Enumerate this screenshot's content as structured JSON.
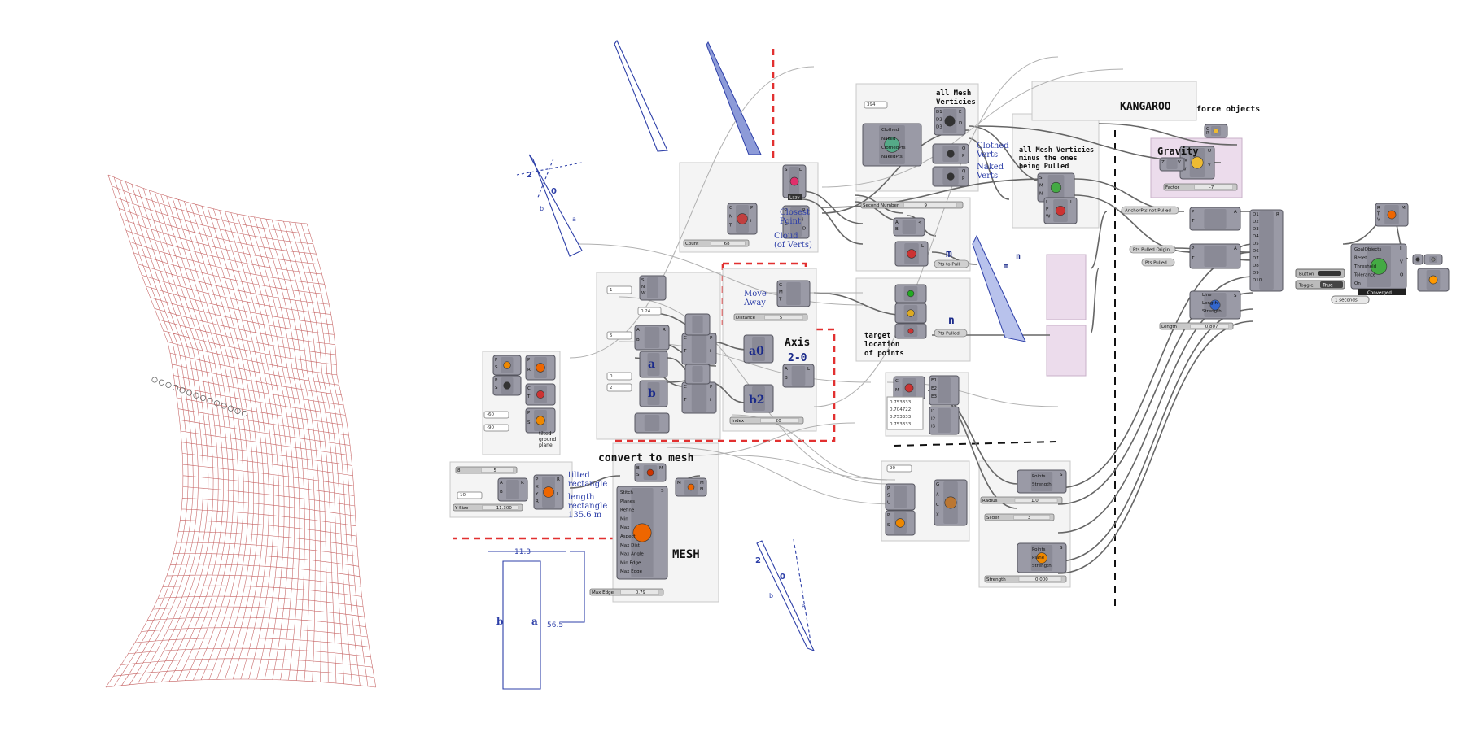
{
  "annotations": {
    "all_mesh_verticies": "all Mesh\nVerticies",
    "kangaroo": "KANGAROO",
    "force_objects": "force objects",
    "gravity": "Gravity",
    "all_mesh_minus": "all Mesh Verticies\nminus the ones\nbeing Pulled",
    "clothed_verts": "Clothed\nVerts",
    "naked_verts": "Naked\nVerts",
    "closest_point": "Closest\nPoint",
    "cloud": "Cloud\n(of Verts)",
    "move_away": "Move\nAway",
    "axis": "Axis",
    "axis_value": "2-0",
    "target_location": "target\nlocation\nof points",
    "convert_to_mesh": "convert to mesh",
    "mesh": "MESH",
    "tilted_rectangle": "tilted\nrectangle",
    "length_rectangle": "length\nrectangle\n135.6 m",
    "tilted_ground_plane": "tilted\nground\nplane",
    "label_m": "m",
    "label_n": "n",
    "label_m2": "m",
    "label_n2": "n"
  },
  "sketch_dims": {
    "dim_top": "11.3",
    "dim_side": "56.5",
    "rect_b": "b",
    "rect_a": "a",
    "plane1_2": "2",
    "plane1_0": "0",
    "plane1_b": "b",
    "plane1_a": "a",
    "plane2_2": "2",
    "plane2_0": "0",
    "plane2_b": "b",
    "plane2_a": "a"
  },
  "labels": {
    "a0": "a0",
    "b2": "b2",
    "a": "a",
    "b": "b"
  },
  "sliders": {
    "count": "Count",
    "count_val": "68",
    "second_number": "Second Number",
    "second_number_val": "9",
    "distance": "Distance",
    "distance_val": "5",
    "index": "Index",
    "index_val": "20",
    "factor": "Factor",
    "factor_val": "-7",
    "length": "Length",
    "length_val": "0.807",
    "radius": "Radius",
    "radius_val": "1.0",
    "slider": "Slider",
    "slider_val": "3",
    "strength": "Strength",
    "strength_val": "0.000",
    "max_edge": "Max Edge",
    "max_edge_val": "0.79",
    "ysize": "Y Size",
    "ysize_val": "11.300",
    "s8": "8",
    "s8_val": "5",
    "n10": "10",
    "n90": "90"
  },
  "relays": {
    "pts_to_pull": "Pts to Pull",
    "pts_pulled": "Pts Pulled",
    "anchorpts_not_pulled": "AnchorPts not Pulled",
    "pts_pulled_origin": "Pts Pulled Origin",
    "pts_pulled2": "Pts Pulled"
  },
  "panels": {
    "p394": "394",
    "p90": "-90",
    "p60": "-60",
    "p1": "1",
    "p5": "5",
    "p0": "0",
    "p2": "2",
    "p24": "0.24",
    "p0753_1": "0.753333",
    "p0753_2": "0.704722",
    "p0753_3": "0.753333",
    "p0753_4": "0.753333",
    "converged": "Converged",
    "seconds": "1 seconds"
  },
  "components": {
    "clothed": [
      "Clothed",
      "Naked",
      "ClothedPts",
      "NakedPts"
    ],
    "mesh_inputs": [
      "Stitch",
      "Planes",
      "Refine",
      "Min",
      "Max",
      "Aspect",
      "Max Dist",
      "Max Angle",
      "Min Edge",
      "Max Edge"
    ],
    "goal_inputs": [
      "GoalObjects",
      "Reset",
      "Threshold",
      "Tolerance",
      "On"
    ],
    "d_list": [
      "D1",
      "D2",
      "D3",
      "D4",
      "D5",
      "D6",
      "D7",
      "D8",
      "D9",
      "D10"
    ],
    "points_strength": [
      "Points",
      "Strength"
    ],
    "points_plane": [
      "Points",
      "Plane",
      "Strength"
    ],
    "line_len": [
      "Line",
      "Length",
      "Strength"
    ],
    "button": "Button",
    "toggle": "Toggle",
    "toggle_val": "True",
    "lazy": "Lazy"
  }
}
